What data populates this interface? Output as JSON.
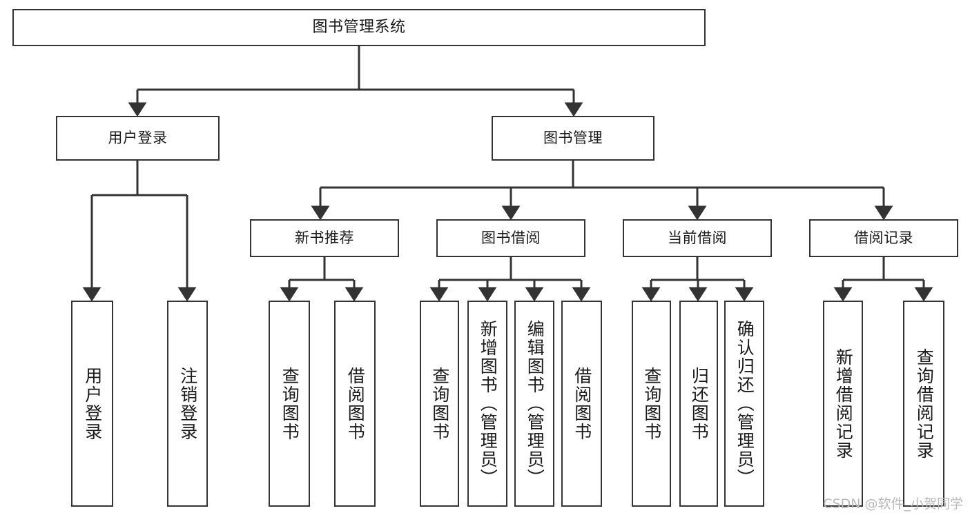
{
  "diagram": {
    "title_node": {
      "label": "图书管理系统"
    },
    "level2": [
      {
        "label": "用户登录"
      },
      {
        "label": "图书管理"
      }
    ],
    "level3": [
      {
        "label": "新书推荐"
      },
      {
        "label": "图书借阅"
      },
      {
        "label": "当前借阅"
      },
      {
        "label": "借阅记录"
      }
    ],
    "leaves": [
      {
        "label": "用户登录"
      },
      {
        "label": "注销登录"
      },
      {
        "label": "查询图书"
      },
      {
        "label": "借阅图书"
      },
      {
        "label": "查询图书"
      },
      {
        "label": "新增图书（管理员）"
      },
      {
        "label": "编辑图书（管理员）"
      },
      {
        "label": "借阅图书"
      },
      {
        "label": "查询图书"
      },
      {
        "label": "归还图书"
      },
      {
        "label": "确认归还（管理员）"
      },
      {
        "label": "新增借阅记录"
      },
      {
        "label": "查询借阅记录"
      }
    ]
  },
  "watermark": {
    "text": "CSDN @软件_小贺同学"
  },
  "colors": {
    "stroke": "#333333",
    "background": "#ffffff",
    "text": "#1a1a1a",
    "watermark": "#b9b9b9"
  }
}
